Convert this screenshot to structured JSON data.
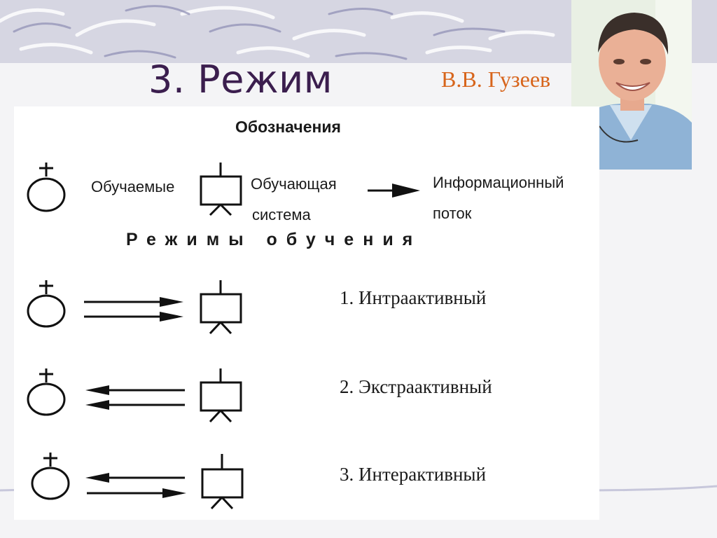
{
  "slide": {
    "title": "3. Режим",
    "author": "В.В. Гузеев"
  },
  "legend": {
    "title": "Обозначения",
    "learners": "Обучаемые",
    "system_line1": "Обучающая",
    "system_line2": "система",
    "flow_line1": "Информационный",
    "flow_line2": "поток"
  },
  "modes": {
    "title": "Режимы обучения",
    "items": [
      {
        "label": "1. Интраактивный",
        "arrows": [
          "right",
          "right"
        ]
      },
      {
        "label": "2. Экстраактивный",
        "arrows": [
          "left",
          "left"
        ]
      },
      {
        "label": "3. Интерактивный",
        "arrows": [
          "left",
          "right"
        ]
      }
    ]
  },
  "colors": {
    "title": "#3b1e4e",
    "author": "#d7651c",
    "stroke": "#111111"
  }
}
